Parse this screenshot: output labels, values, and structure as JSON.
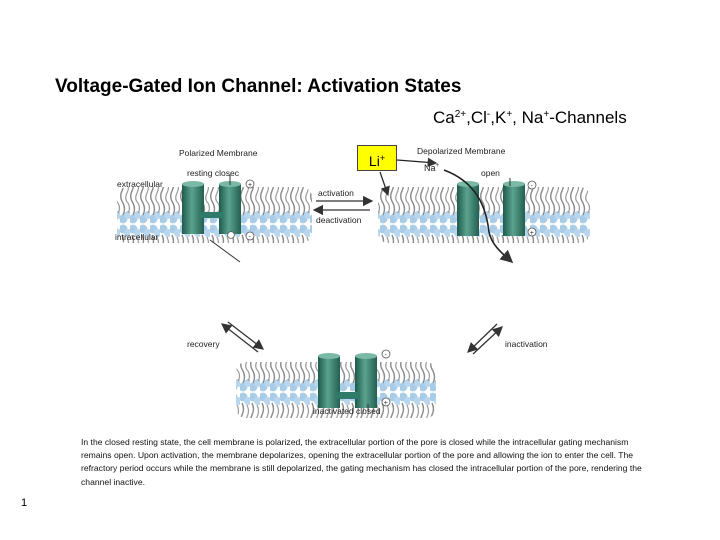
{
  "title": "Voltage-Gated Ion Channel: Activation States",
  "subtitle": {
    "ca": "Ca",
    "ca_charge": "2+",
    "cl": ",Cl",
    "cl_charge": "-",
    "k": ",K",
    "k_charge": "+",
    "na": ", Na",
    "na_charge": "+",
    "rest": "-Channels"
  },
  "callout": {
    "ion": "Li",
    "charge": "+"
  },
  "diagram": {
    "polarized_membrane": "Polarized Membrane",
    "resting_closed": "resting closec",
    "extracellular": "extracellular",
    "intracellular": "intracellular",
    "activation": "activation",
    "deactivation": "deactivation",
    "depolarized_membrane": "Depolarized Membrane",
    "na_ion": "Na",
    "na_charge": "+",
    "open": "open",
    "recovery": "recovery",
    "inactivation": "inactivation",
    "inactivated_closed": "inactivated closed",
    "plus_sign": "+",
    "minus_sign": "-"
  },
  "caption": "In the closed resting state, the cell membrane is polarized, the extracellular portion of the pore is closed while the intracellular gating mechanism remains open. Upon activation, the membrane depolarizes, opening the extracellular portion of the pore and allowing the ion to enter the cell. The refractory period occurs while the membrane is still depolarized, the gating mechanism has closed the intracellular portion of the pore, rendering the channel inactive.",
  "page_number": "1",
  "colors": {
    "channel": "#2f7a68",
    "channel_light": "#5aa38e",
    "membrane_head": "#a9cde8",
    "membrane_tail": "#8a8a8a",
    "callout": "#ffff00"
  }
}
